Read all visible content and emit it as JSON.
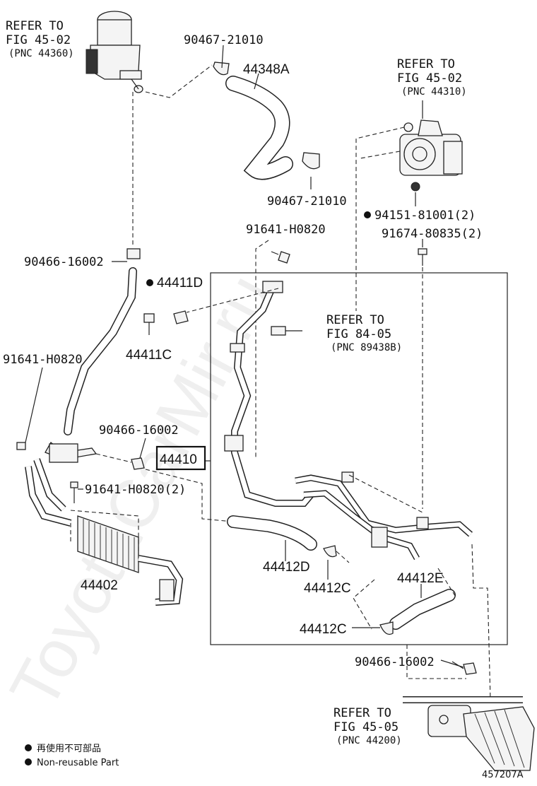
{
  "watermark": "ToyotaCarMir.ru",
  "diagram_id": "457207A",
  "labels": {
    "ref_reservoir_1": "REFER TO",
    "ref_reservoir_2": "FIG 45-02",
    "ref_reservoir_3": "(PNC 44360)",
    "ref_pump_1": "REFER TO",
    "ref_pump_2": "FIG 45-02",
    "ref_pump_3": "(PNC 44310)",
    "ref_sensor_1": "REFER TO",
    "ref_sensor_2": "FIG 84-05",
    "ref_sensor_3": "(PNC 89438B)",
    "ref_gear_1": "REFER TO",
    "ref_gear_2": "FIG 45-05",
    "ref_gear_3": "(PNC 44200)",
    "p_90467_21010_top": "90467-21010",
    "p_44348A": "44348A",
    "p_90467_21010_mid": "90467-21010",
    "p_94151_81001": "94151-81001(2)",
    "p_91674_80835": "91674-80835(2)",
    "p_91641_H0820_top": "91641-H0820",
    "p_90466_16002_top": "90466-16002",
    "p_44411D": "44411D",
    "p_44411C": "44411C",
    "p_91641_H0820_left": "91641-H0820",
    "p_90466_16002_mid": "90466-16002",
    "p_44410": "44410",
    "p_91641_H0820_2": "91641-H0820(2)",
    "p_44412D": "44412D",
    "p_44412C_mid": "44412C",
    "p_44412E": "44412E",
    "p_44402": "44402",
    "p_44412C_low": "44412C",
    "p_90466_16002_low": "90466-16002"
  },
  "legend": {
    "jp": "再使用不可部品",
    "en": "Non-reusable Part"
  }
}
